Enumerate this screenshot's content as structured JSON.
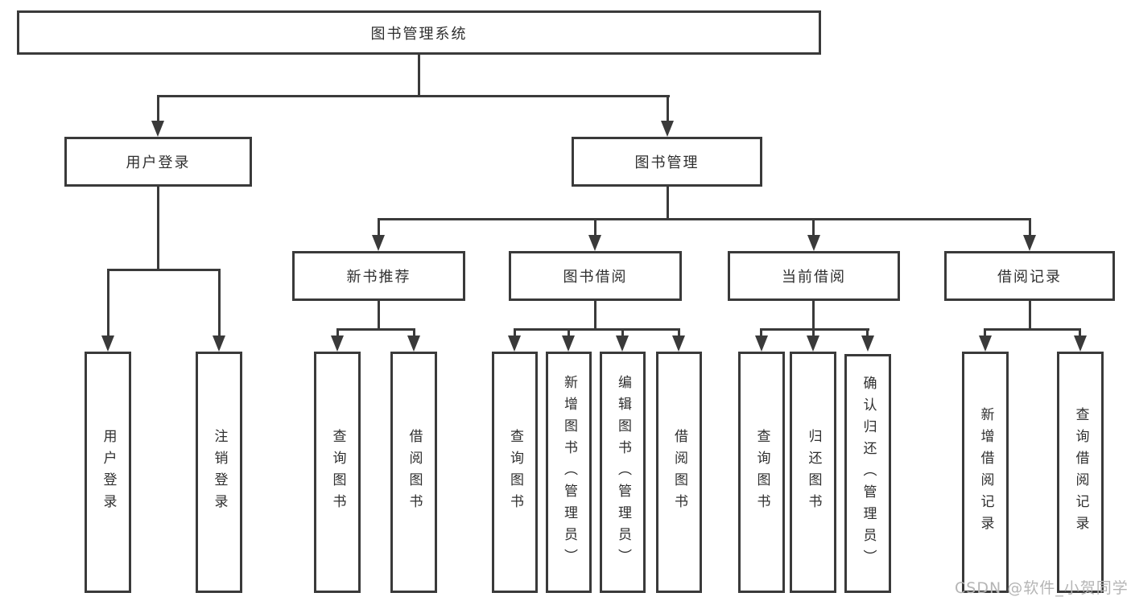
{
  "tree": {
    "label": "图书管理系统",
    "children": [
      {
        "label": "用户登录",
        "children": [
          {
            "label": "用户登录"
          },
          {
            "label": "注销登录"
          }
        ]
      },
      {
        "label": "图书管理",
        "children": [
          {
            "label": "新书推荐",
            "children": [
              {
                "label": "查询图书"
              },
              {
                "label": "借阅图书"
              }
            ]
          },
          {
            "label": "图书借阅",
            "children": [
              {
                "label": "查询图书"
              },
              {
                "label": "新增图书（管理员）"
              },
              {
                "label": "编辑图书（管理员）"
              },
              {
                "label": "借阅图书"
              }
            ]
          },
          {
            "label": "当前借阅",
            "children": [
              {
                "label": "查询图书"
              },
              {
                "label": "归还图书"
              },
              {
                "label": "确认归还（管理员）"
              }
            ]
          },
          {
            "label": "借阅记录",
            "children": [
              {
                "label": "新增借阅记录"
              },
              {
                "label": "查询借阅记录"
              }
            ]
          }
        ]
      }
    ]
  },
  "watermark": {
    "text": "CSDN @软件_小贺同学"
  },
  "colors": {
    "line": "#3a3a3a",
    "box_border": "#3a3a3a",
    "box_fill": "#ffffff",
    "text": "#2f2f2f",
    "background": "#ffffff",
    "watermark": "#b5b5b5"
  }
}
